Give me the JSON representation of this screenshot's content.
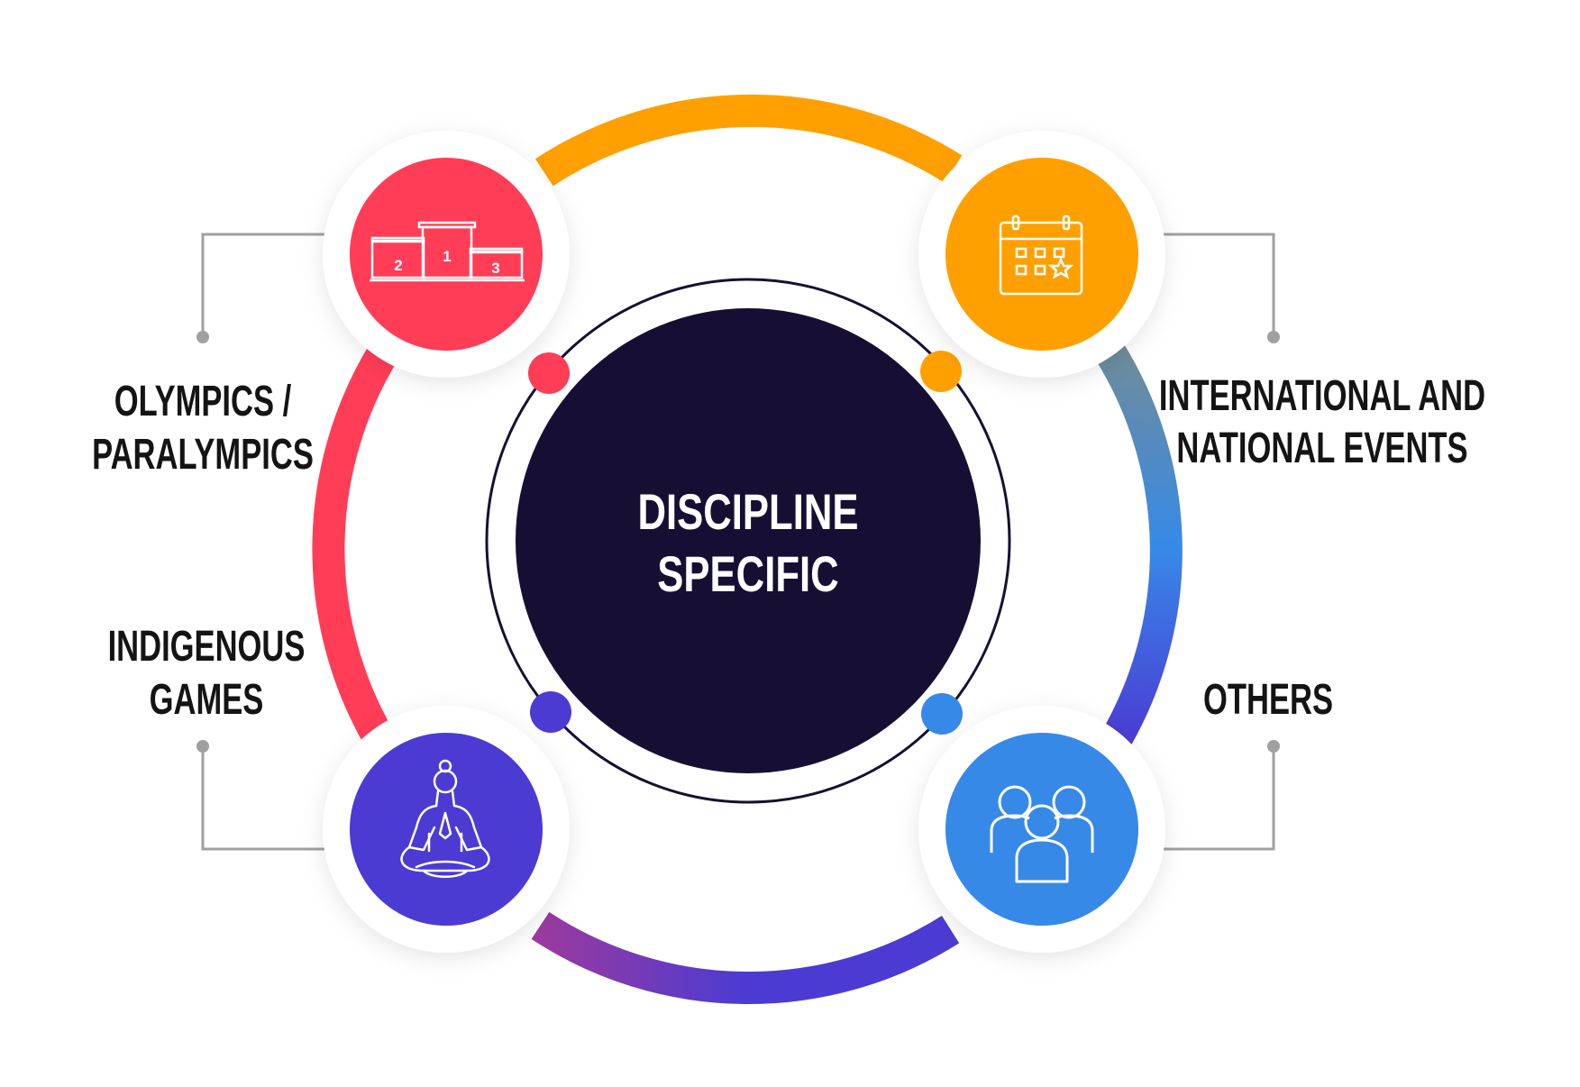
{
  "center": {
    "line1": "DISCIPLINE",
    "line2": "SPECIFIC",
    "color": "#170F33"
  },
  "nodes": {
    "olympics": {
      "line1": "OLYMPICS /",
      "line2": "PARALYMPICS",
      "icon": "podium-icon",
      "podium_labels": [
        "2",
        "1",
        "3"
      ],
      "color": "#FF3D57"
    },
    "events": {
      "line1": "INTERNATIONAL AND",
      "line2": "NATIONAL EVENTS",
      "icon": "calendar-star-icon",
      "color": "#FFA000"
    },
    "indigenous": {
      "line1": "INDIGENOUS",
      "line2": "GAMES",
      "icon": "meditation-icon",
      "color": "#4B3BD3"
    },
    "others": {
      "line1": "OTHERS",
      "icon": "group-people-icon",
      "color": "#3789E8"
    }
  },
  "connector_color": "#A0A0A0",
  "text_color": "#141414"
}
